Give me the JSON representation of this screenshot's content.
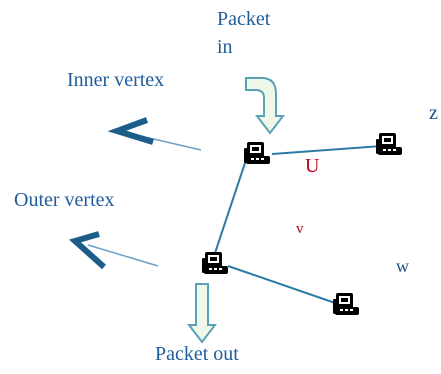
{
  "labels": {
    "packet_in_line1": "Packet",
    "packet_in_line2": "in",
    "inner_vertex": "Inner vertex",
    "outer_vertex": "Outer vertex",
    "node_u": "U",
    "node_z": "z",
    "node_v": "v",
    "node_w": "w",
    "packet_out": "Packet out"
  },
  "colors": {
    "callout_text": "#1f5c9a",
    "node_letter_u": "#c0001a",
    "node_letter_v": "#c0001a",
    "node_letter_other": "#1f4f86",
    "edge": "#2e7aa6",
    "pointer_arrow": "#1c5d8a",
    "pointer_line": "#6aa2c8",
    "flow_arrow_fill": "#eef7e8",
    "flow_arrow_stroke": "#5aa0b8",
    "device": "#000000"
  },
  "icons": {
    "node_device": "telephone-icon",
    "pointer": "arrow-left-icon",
    "flow": "arrow-down-icon"
  }
}
